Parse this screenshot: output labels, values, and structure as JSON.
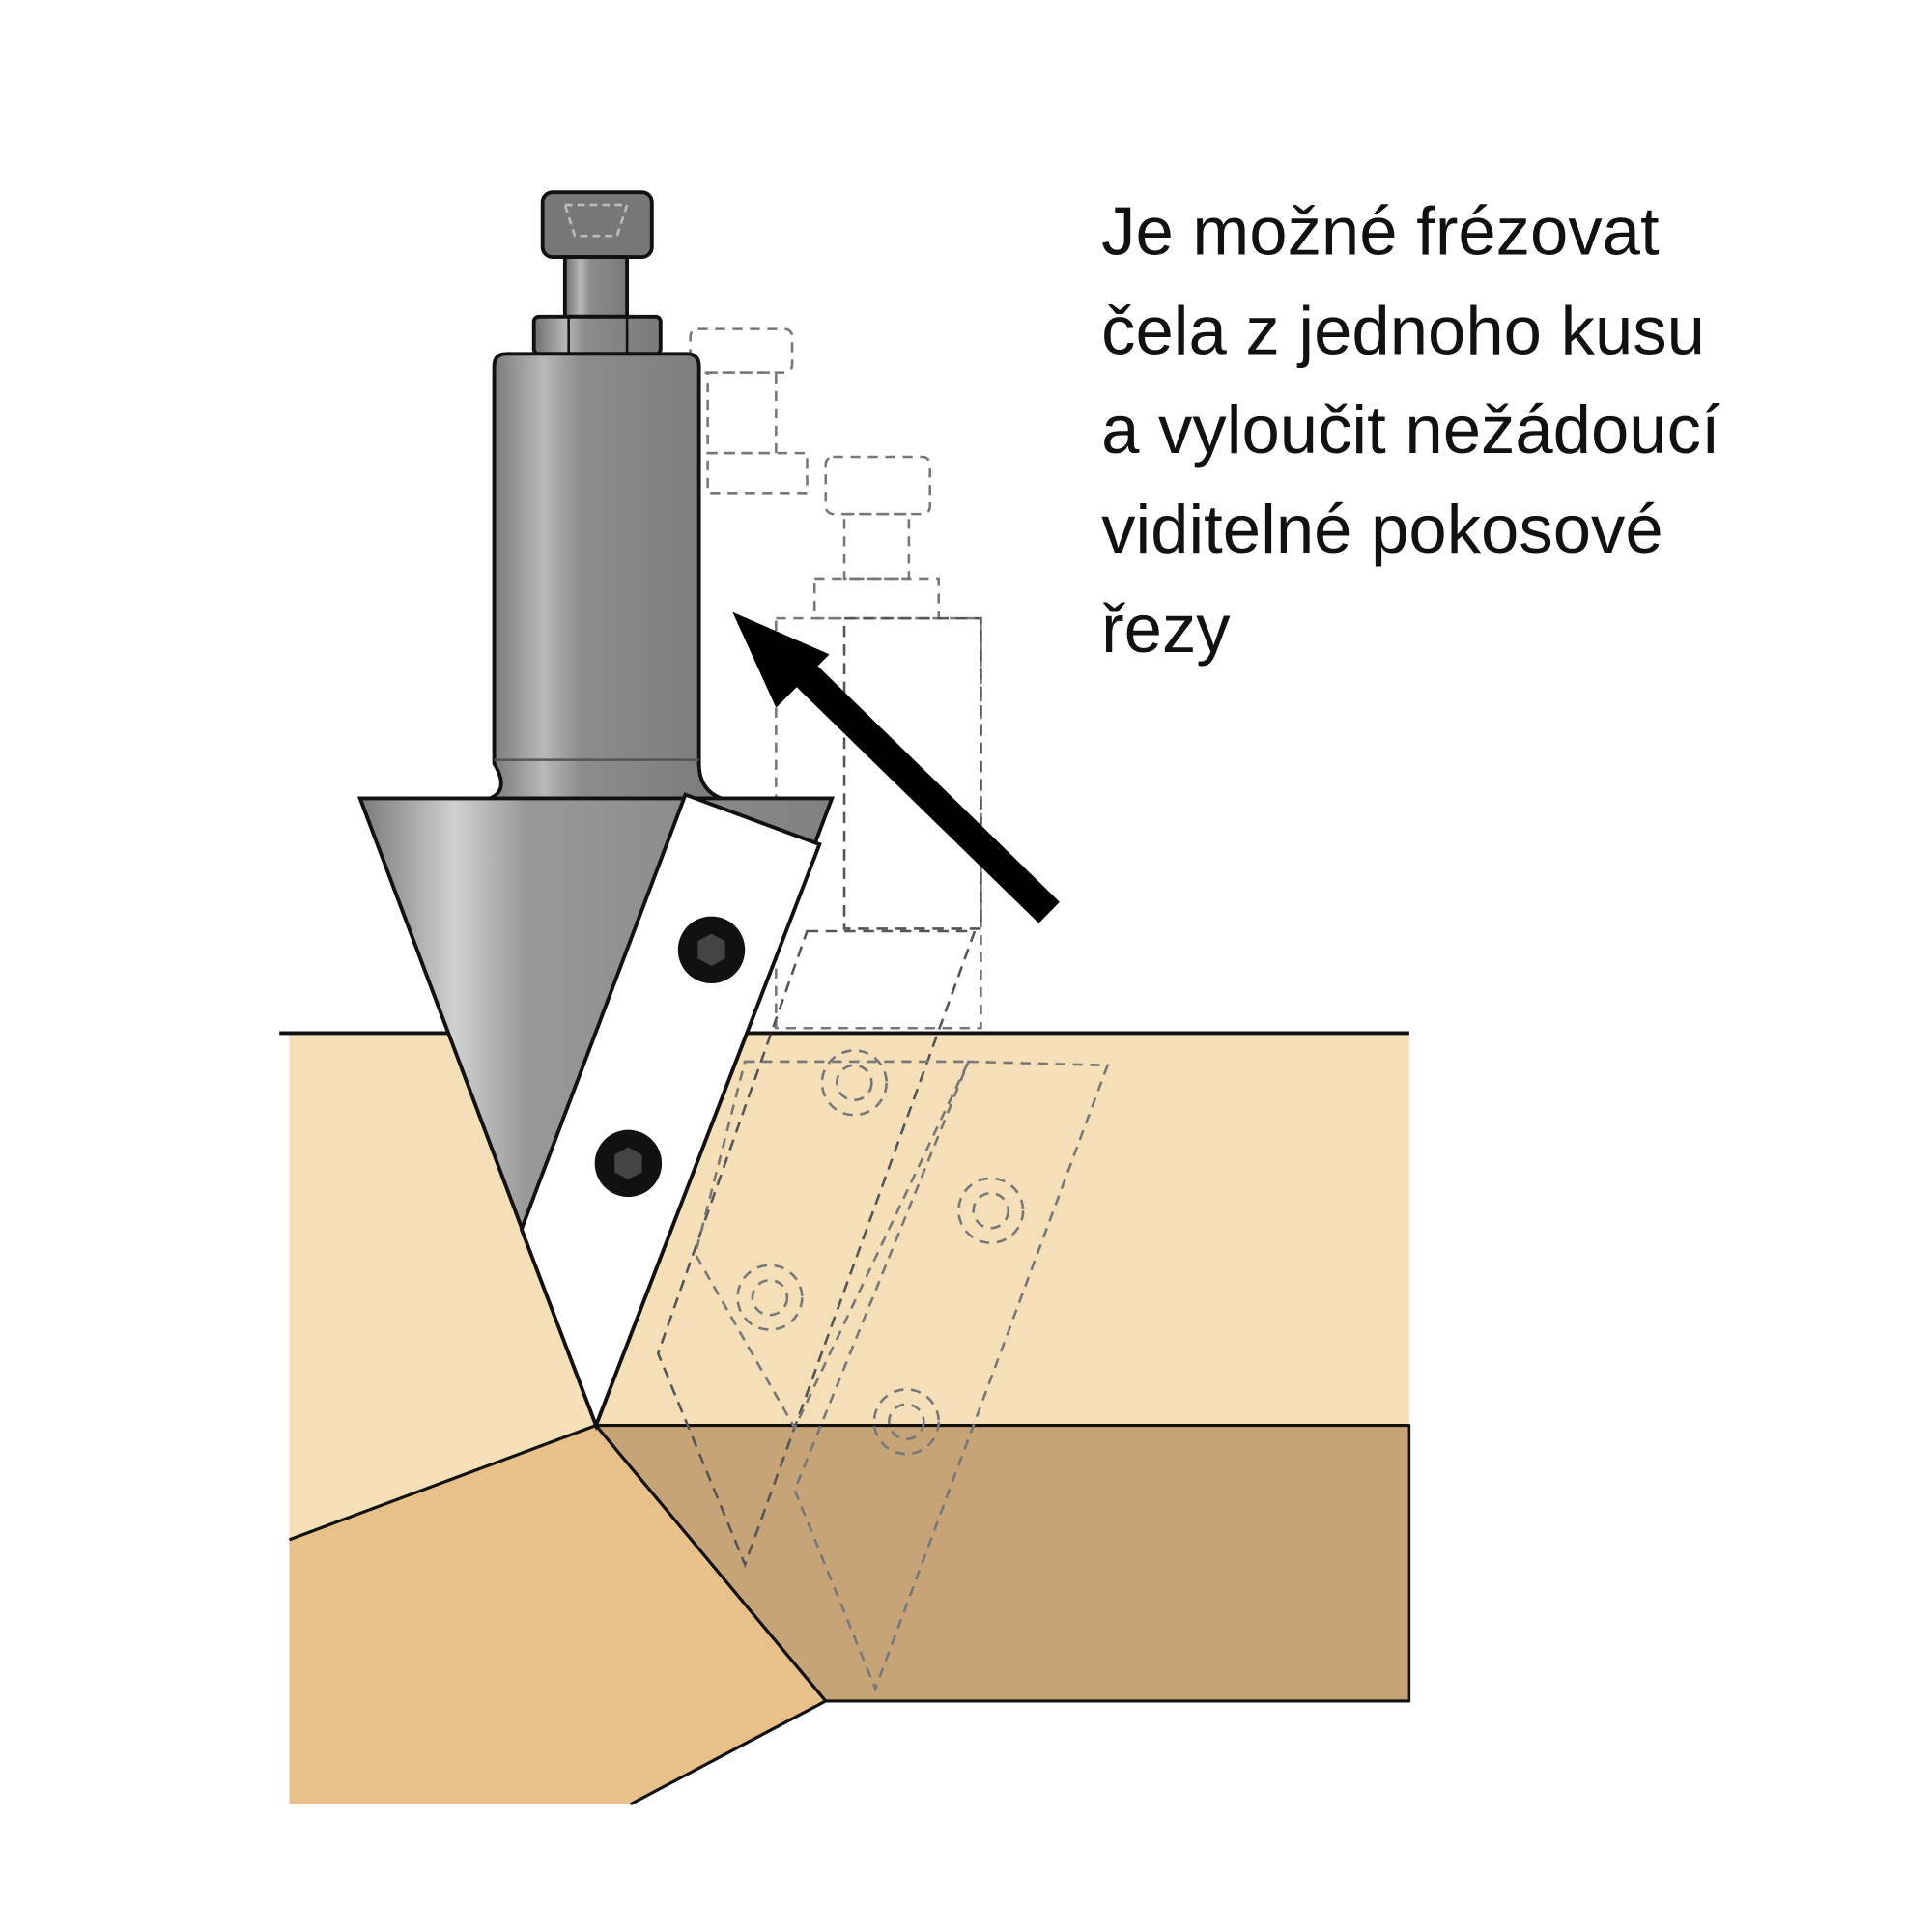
{
  "caption": {
    "lines": [
      "Je možné frézovat",
      "čela z jednoho kusu",
      "a vyloučit nežádoucí",
      "viditelné pokosové",
      "řezy"
    ]
  },
  "colors": {
    "board_light": "#f5dfb8",
    "board_dark": "#c6a478",
    "board_lower": "#e8c08a",
    "tool_gray": "#8a8a8a",
    "insert_white": "#ffffff",
    "arrow": "#000000"
  }
}
